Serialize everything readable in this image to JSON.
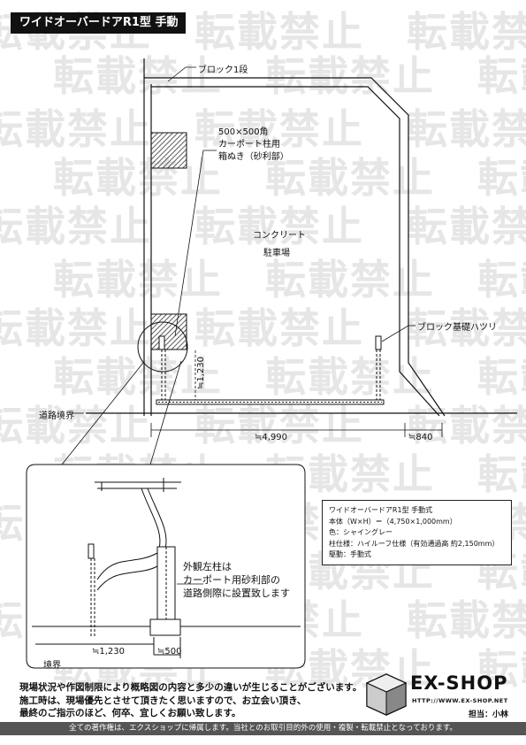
{
  "title": "ワイドオーバードアR1型 手動式",
  "watermark": "転載禁止",
  "labels": {
    "block": "ブロック1段",
    "boxout_lines": [
      "500×500角",
      "カーポート柱用",
      "箱ぬき（砂利部）"
    ],
    "concrete": "コンクリート",
    "parking": "駐車場",
    "block_base": "ブロック基礎ハツリ",
    "road_boundary": "道路境界",
    "dim_height": "≒1,230",
    "dim_width": "≒4,990",
    "dim_right": "≒840",
    "detail_note_lines": [
      "外観左柱は",
      "カーポート用砂利部の",
      "道路側際に設置致します"
    ],
    "detail_boundary": "境界",
    "detail_dim_left": "≒1,230",
    "detail_dim_right": "≒500"
  },
  "spec": {
    "name": "ワイドオーバードアR1型 手動式",
    "body": "本体（W×H）＝（4,750×1,000mm）",
    "color": "色：シャイングレー",
    "pillar": "柱仕様：ハイルーフ仕様（有効通過高 約2,150mm）",
    "drive": "駆動：手動式"
  },
  "notes": [
    "現場状況や作図制限により概略図の内容と多少の違いが生じることがございます。",
    "施工時は、現場優先とさせて頂きたく思いますので、お立会い頂き、",
    "最終のご指示のほど、何卒、宜しくお願い致します。"
  ],
  "logo": {
    "name": "EX-SHOP",
    "url": "HTTP://WWW.EX-SHOP.NET",
    "staff": "担当：小林"
  },
  "footer": "全ての著作権は、エクスショップに帰属します。当社とのお取引目的外の使用・複製・転載禁止となっております。",
  "colors": {
    "ink": "#111111",
    "watermark": "#e6e6e6",
    "footer_bg": "#555555",
    "hatch": "#333333"
  }
}
